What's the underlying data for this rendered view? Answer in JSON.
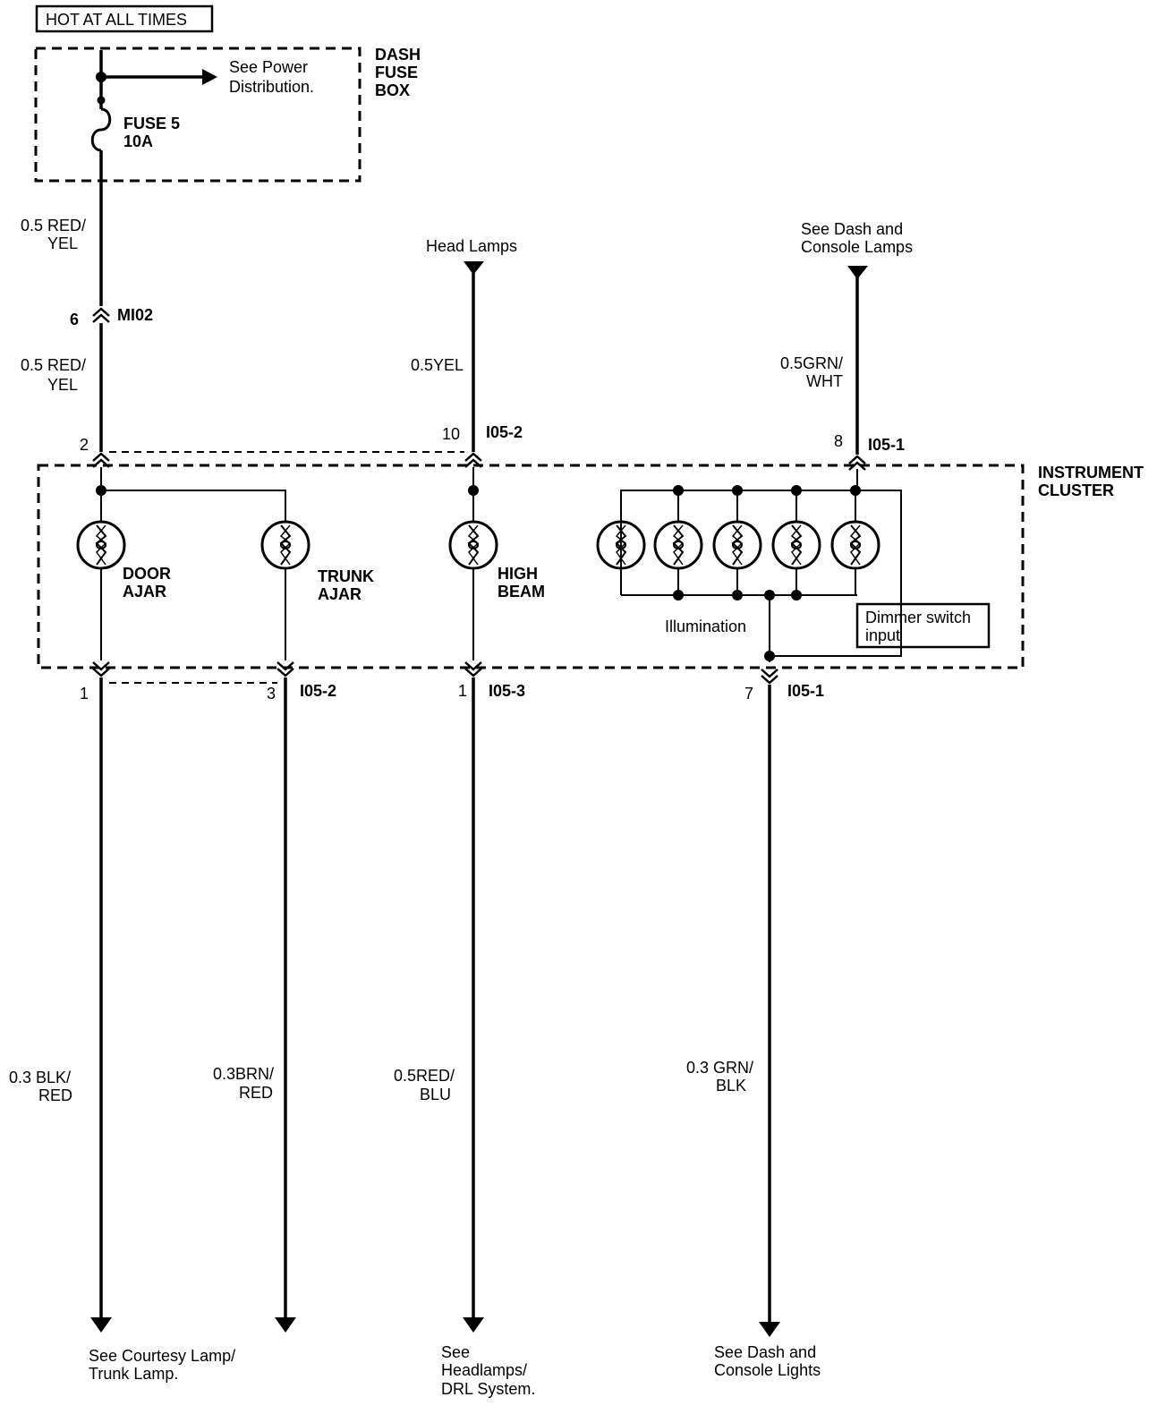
{
  "header": {
    "hot_label": "HOT AT ALL TIMES"
  },
  "fuse_box": {
    "name_line1": "DASH",
    "name_line2": "FUSE",
    "name_line3": "BOX",
    "power_ref_line1": "See Power",
    "power_ref_line2": "Distribution.",
    "fuse_line1": "FUSE 5",
    "fuse_line2": "10A"
  },
  "wires": {
    "supply_upper_line1": "0.5 RED/",
    "supply_upper_line2": "YEL",
    "supply_lower_line1": "0.5 RED/",
    "supply_lower_line2": "YEL",
    "high_beam_in": "0.5YEL",
    "illum_in_line1": "0.5GRN/",
    "illum_in_line2": "WHT",
    "door_out_line1": "0.3 BLK/",
    "door_out_line2": "RED",
    "trunk_out_line1": "0.3BRN/",
    "trunk_out_line2": "RED",
    "high_beam_out_line1": "0.5RED/",
    "high_beam_out_line2": "BLU",
    "illum_out_line1": "0.3 GRN/",
    "illum_out_line2": "BLK"
  },
  "connectors": {
    "mi02_pin": "6",
    "mi02_name": "MI02",
    "cluster_supply_pin": "2",
    "high_beam_in_pin": "10",
    "high_beam_in_name": "I05-2",
    "illum_in_pin": "8",
    "illum_in_name": "I05-1",
    "door_out_pin": "1",
    "trunk_out_pin": "3",
    "ajar_out_name": "I05-2",
    "high_beam_out_pin": "1",
    "high_beam_out_name": "I05-3",
    "illum_out_pin": "7",
    "illum_out_name": "I05-1"
  },
  "sources": {
    "head_lamps": "Head Lamps",
    "dash_console_line1": "See Dash and",
    "dash_console_line2": "Console Lamps"
  },
  "cluster": {
    "name_line1": "INSTRUMENT",
    "name_line2": "CLUSTER",
    "door_line1": "DOOR",
    "door_line2": "AJAR",
    "trunk_line1": "TRUNK",
    "trunk_line2": "AJAR",
    "high_line1": "HIGH",
    "high_line2": "BEAM",
    "illumination": "Illumination",
    "dimmer_line1": "Dimmer switch",
    "dimmer_line2": "input"
  },
  "destinations": {
    "courtesy_line1": "See Courtesy Lamp/",
    "courtesy_line2": "Trunk Lamp.",
    "headlamps_line1": "See",
    "headlamps_line2": "Headlamps/",
    "headlamps_line3": "DRL System.",
    "dash_lights_line1": "See Dash and",
    "dash_lights_line2": "Console Lights"
  }
}
